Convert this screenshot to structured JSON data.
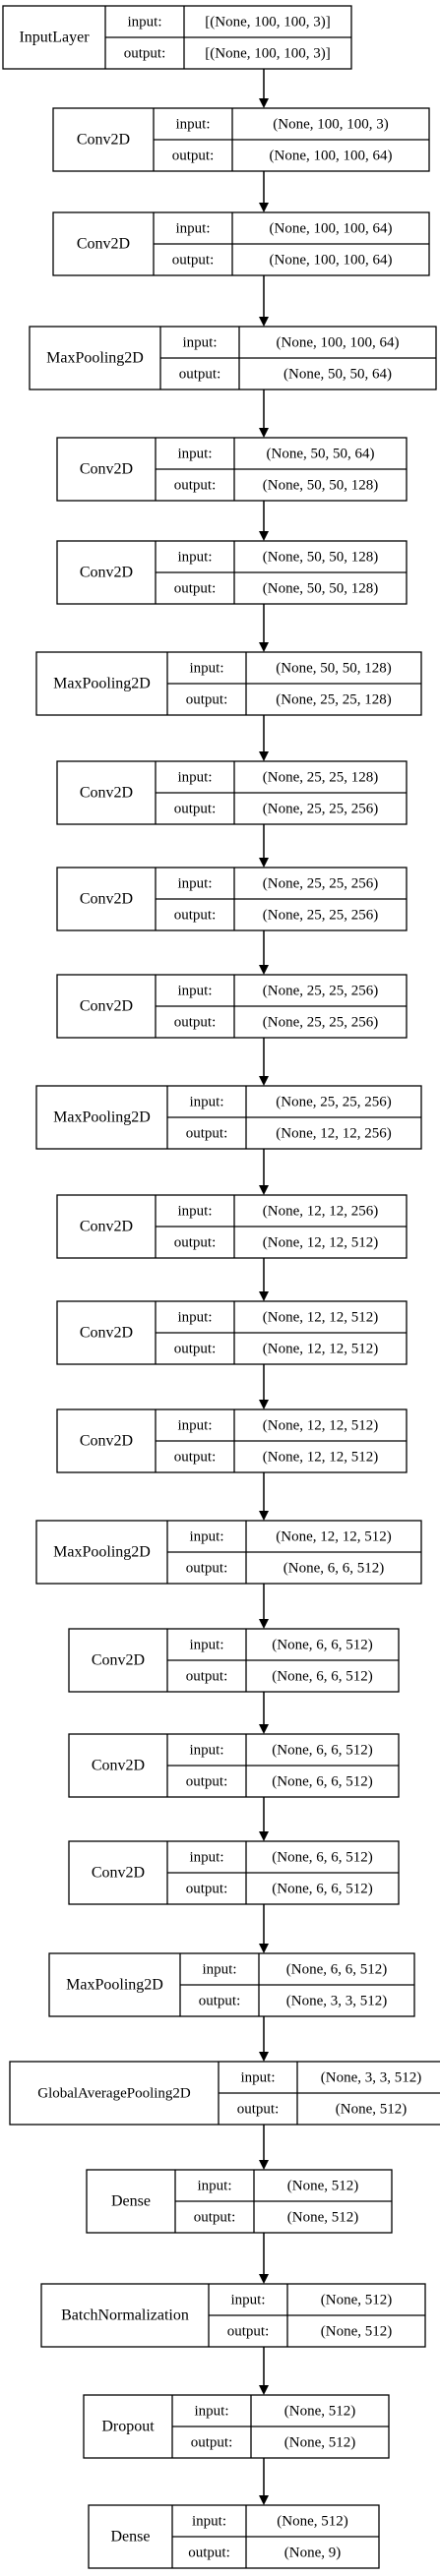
{
  "nodes": [
    {
      "layer": "InputLayer",
      "input_label": "input:",
      "input": "[(None, 100, 100, 3)]",
      "output_label": "output:",
      "output": "[(None, 100, 100, 3)]"
    },
    {
      "layer": "Conv2D",
      "input_label": "input:",
      "input": "(None, 100, 100, 3)",
      "output_label": "output:",
      "output": "(None, 100, 100, 64)"
    },
    {
      "layer": "Conv2D",
      "input_label": "input:",
      "input": "(None, 100, 100, 64)",
      "output_label": "output:",
      "output": "(None, 100, 100, 64)"
    },
    {
      "layer": "MaxPooling2D",
      "input_label": "input:",
      "input": "(None, 100, 100, 64)",
      "output_label": "output:",
      "output": "(None, 50, 50, 64)"
    },
    {
      "layer": "Conv2D",
      "input_label": "input:",
      "input": "(None, 50, 50, 64)",
      "output_label": "output:",
      "output": "(None, 50, 50, 128)"
    },
    {
      "layer": "Conv2D",
      "input_label": "input:",
      "input": "(None, 50, 50, 128)",
      "output_label": "output:",
      "output": "(None, 50, 50, 128)"
    },
    {
      "layer": "MaxPooling2D",
      "input_label": "input:",
      "input": "(None, 50, 50, 128)",
      "output_label": "output:",
      "output": "(None, 25, 25, 128)"
    },
    {
      "layer": "Conv2D",
      "input_label": "input:",
      "input": "(None, 25, 25, 128)",
      "output_label": "output:",
      "output": "(None, 25, 25, 256)"
    },
    {
      "layer": "Conv2D",
      "input_label": "input:",
      "input": "(None, 25, 25, 256)",
      "output_label": "output:",
      "output": "(None, 25, 25, 256)"
    },
    {
      "layer": "Conv2D",
      "input_label": "input:",
      "input": "(None, 25, 25, 256)",
      "output_label": "output:",
      "output": "(None, 25, 25, 256)"
    },
    {
      "layer": "MaxPooling2D",
      "input_label": "input:",
      "input": "(None, 25, 25, 256)",
      "output_label": "output:",
      "output": "(None, 12, 12, 256)"
    },
    {
      "layer": "Conv2D",
      "input_label": "input:",
      "input": "(None, 12, 12, 256)",
      "output_label": "output:",
      "output": "(None, 12, 12, 512)"
    },
    {
      "layer": "Conv2D",
      "input_label": "input:",
      "input": "(None, 12, 12, 512)",
      "output_label": "output:",
      "output": "(None, 12, 12, 512)"
    },
    {
      "layer": "Conv2D",
      "input_label": "input:",
      "input": "(None, 12, 12, 512)",
      "output_label": "output:",
      "output": "(None, 12, 12, 512)"
    },
    {
      "layer": "MaxPooling2D",
      "input_label": "input:",
      "input": "(None, 12, 12, 512)",
      "output_label": "output:",
      "output": "(None, 6, 6, 512)"
    },
    {
      "layer": "Conv2D",
      "input_label": "input:",
      "input": "(None, 6, 6, 512)",
      "output_label": "output:",
      "output": "(None, 6, 6, 512)"
    },
    {
      "layer": "Conv2D",
      "input_label": "input:",
      "input": "(None, 6, 6, 512)",
      "output_label": "output:",
      "output": "(None, 6, 6, 512)"
    },
    {
      "layer": "Conv2D",
      "input_label": "input:",
      "input": "(None, 6, 6, 512)",
      "output_label": "output:",
      "output": "(None, 6, 6, 512)"
    },
    {
      "layer": "MaxPooling2D",
      "input_label": "input:",
      "input": "(None, 6, 6, 512)",
      "output_label": "output:",
      "output": "(None, 3, 3, 512)"
    },
    {
      "layer": "GlobalAveragePooling2D",
      "input_label": "input:",
      "input": "(None, 3, 3, 512)",
      "output_label": "output:",
      "output": "(None, 512)"
    },
    {
      "layer": "Dense",
      "input_label": "input:",
      "input": "(None, 512)",
      "output_label": "output:",
      "output": "(None, 512)"
    },
    {
      "layer": "BatchNormalization",
      "input_label": "input:",
      "input": "(None, 512)",
      "output_label": "output:",
      "output": "(None, 512)"
    },
    {
      "layer": "Dropout",
      "input_label": "input:",
      "input": "(None, 512)",
      "output_label": "output:",
      "output": "(None, 512)"
    },
    {
      "layer": "Dense",
      "input_label": "input:",
      "input": "(None, 512)",
      "output_label": "output:",
      "output": "(None, 9)"
    }
  ]
}
